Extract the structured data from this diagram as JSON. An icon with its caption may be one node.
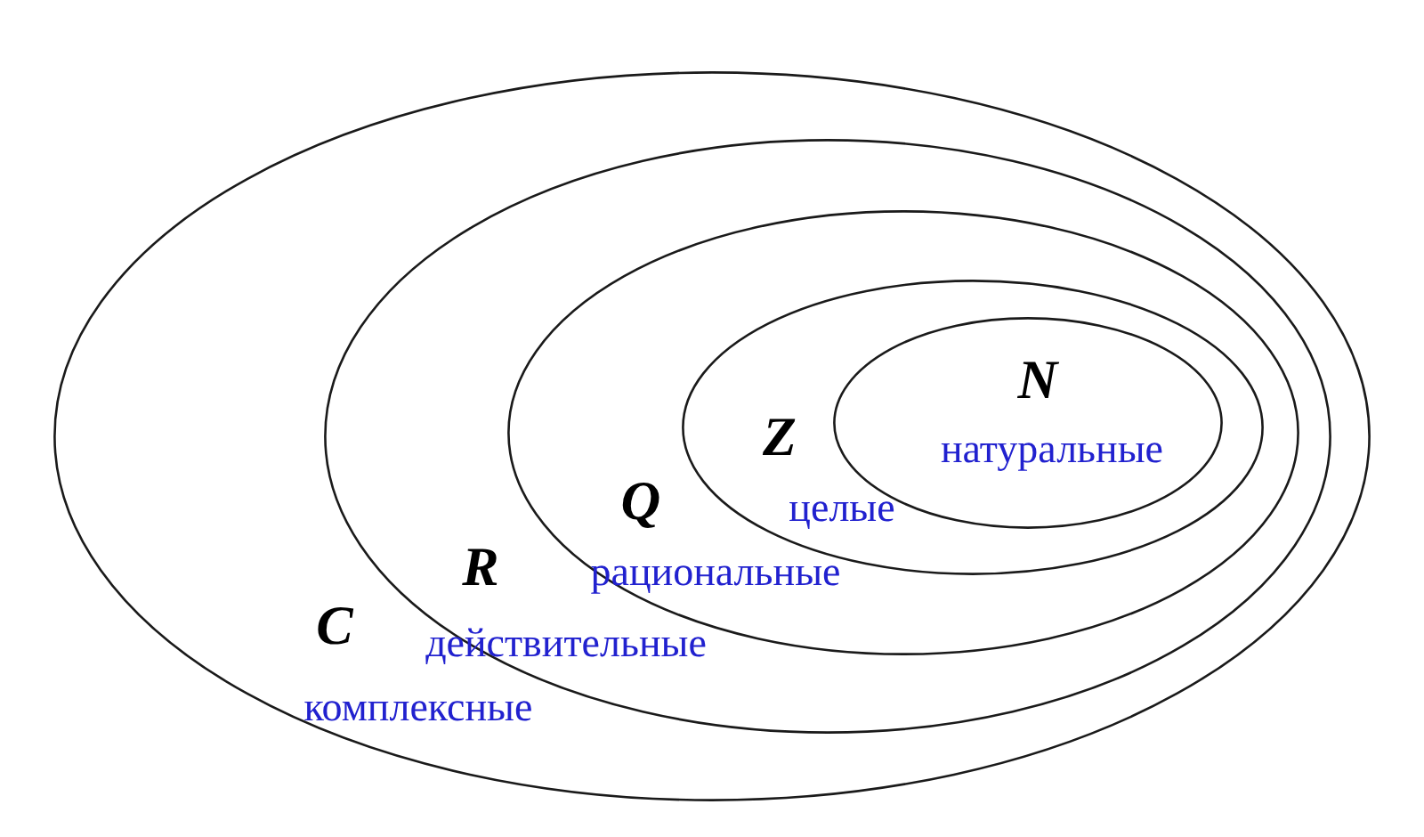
{
  "diagram": {
    "nodes": [
      {
        "text": [
          "C",
          "комплексные"
        ]
      },
      {
        "text": [
          "R",
          "действительные"
        ],
        "in": 0
      },
      {
        "text": [
          "Q",
          "рациональные"
        ],
        "in": 1
      },
      {
        "text": [
          "Z",
          "целые"
        ],
        "in": 2
      },
      {
        "text": [
          "N",
          "натуральные"
        ],
        "in": 3
      }
    ]
  }
}
